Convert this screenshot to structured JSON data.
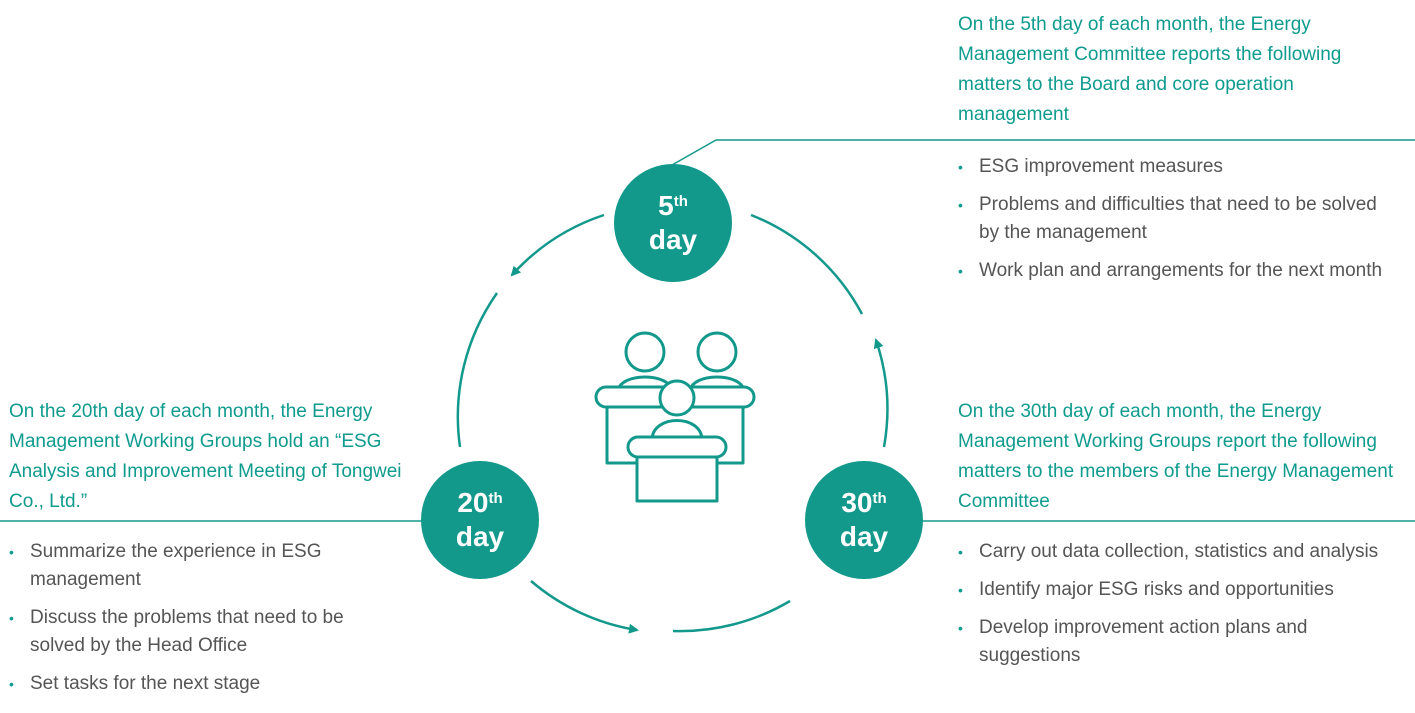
{
  "colors": {
    "accent": "#13998c",
    "text": "#555555"
  },
  "day5": {
    "num": "5",
    "suffix": "th",
    "label": "day",
    "heading": "On the 5th day of each month, the Energy Management Committee reports the following matters to the Board and core operation management",
    "items": [
      "ESG improvement measures",
      "Problems and difficulties that need to be solved by the management",
      "Work plan and arrangements for the next month"
    ]
  },
  "day20": {
    "num": "20",
    "suffix": "th",
    "label": "day",
    "heading": "On the 20th day of each month, the Energy Management Working Groups hold an “ESG Analysis and Improvement Meeting of Tongwei Co., Ltd.”",
    "items": [
      "Summarize the experience in ESG management",
      "Discuss the problems that need to be solved by the Head Office",
      "Set tasks for the next stage"
    ]
  },
  "day30": {
    "num": "30",
    "suffix": "th",
    "label": "day",
    "heading": "On the 30th day of each month, the Energy Management Working Groups report the following matters to the members of the Energy Management Committee",
    "items": [
      "Carry out data collection, statistics and analysis",
      "Identify major ESG risks and opportunities",
      "Develop improvement action plans and suggestions"
    ]
  },
  "icons": {
    "center": "meeting-people-icon",
    "bullet": "•"
  }
}
